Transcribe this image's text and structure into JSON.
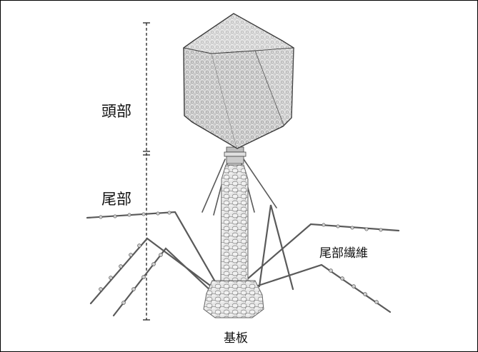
{
  "labels": {
    "head": "頭部",
    "tail": "尾部",
    "tail_fibers": "尾部繊維",
    "baseplate": "基板"
  },
  "colors": {
    "line": "#333333",
    "capsid_fill": "#d9d9d9",
    "capsid_edge": "#3a3a3a",
    "sheath_fill": "#e3e3e3",
    "fiber": "#555555"
  }
}
